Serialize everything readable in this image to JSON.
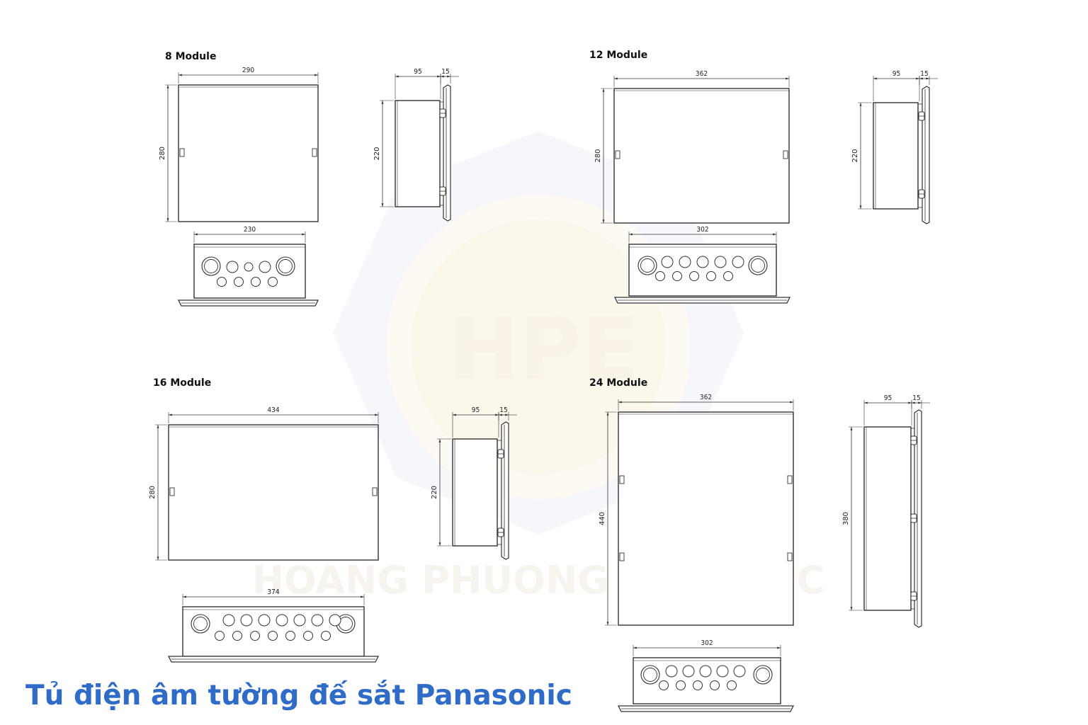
{
  "caption": "Tủ điện âm tường đế sắt Panasonic",
  "colors": {
    "caption": "#2f6cc8",
    "line": "#333333",
    "watermark": "#f3e2b8"
  },
  "watermark": {
    "mark": "HPE",
    "name": "HOANG PHUONG ELECTRIC"
  },
  "icons": {
    "watermark_logo": "hexagon-logo-icon"
  },
  "modules": [
    {
      "title": "8 Module",
      "front": {
        "width": "290",
        "height": "280"
      },
      "side": {
        "depth": "95",
        "flange": "15",
        "height": "220"
      },
      "bottom": {
        "width": "230"
      }
    },
    {
      "title": "12 Module",
      "front": {
        "width": "362",
        "height": "280"
      },
      "side": {
        "depth": "95",
        "flange": "15",
        "height": "220"
      },
      "bottom": {
        "width": "302"
      }
    },
    {
      "title": "16 Module",
      "front": {
        "width": "434",
        "height": "280"
      },
      "side": {
        "depth": "95",
        "flange": "15",
        "height": "220"
      },
      "bottom": {
        "width": "374"
      }
    },
    {
      "title": "24 Module",
      "front": {
        "width": "362",
        "height": "440"
      },
      "side": {
        "depth": "95",
        "flange": "15",
        "height": "380"
      },
      "bottom": {
        "width": "302"
      }
    }
  ]
}
